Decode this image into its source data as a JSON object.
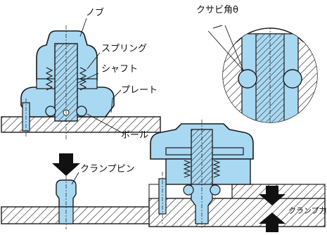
{
  "labels": {
    "knob": "ノブ",
    "spring": "スプリング",
    "shaft": "シャフト",
    "plate": "プレート",
    "ball": "ボール",
    "clamp_pin": "クランプピン",
    "wedge_angle": "クサビ角θ",
    "clamp_force": "クランプ力"
  },
  "colors": {
    "part_fill": "#a9d8f2",
    "part_dark": "#6fb4dc",
    "outline": "#1a1a1a",
    "arrow": "#111111",
    "base_fill": "#ffffff"
  }
}
